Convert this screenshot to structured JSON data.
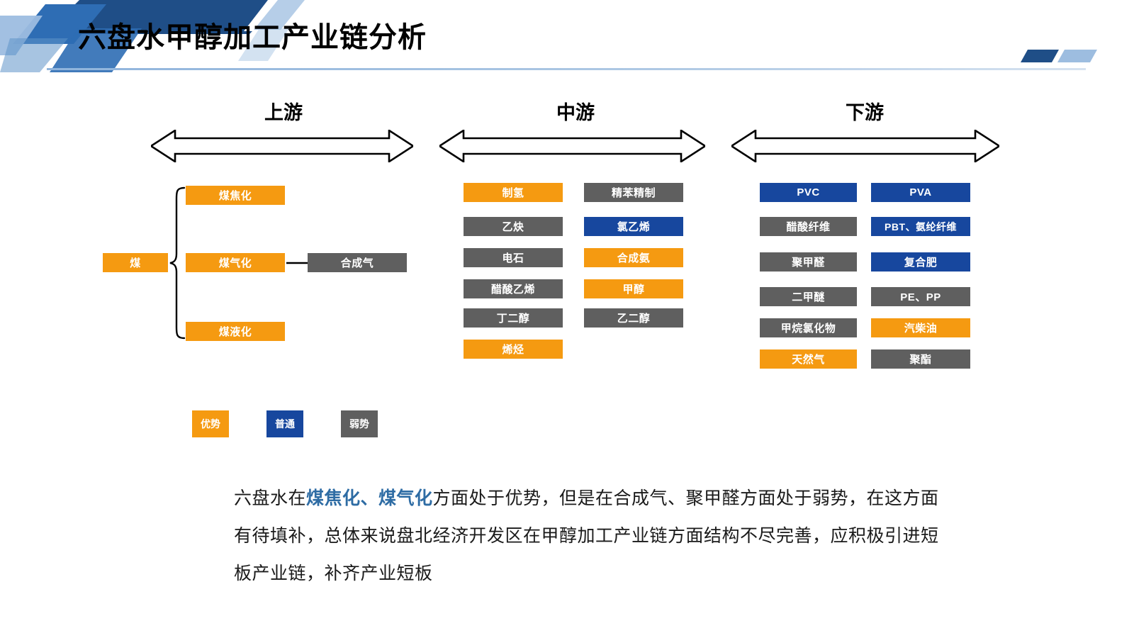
{
  "header": {
    "title": "六盘水甲醇加工产业链分析",
    "deco_dark_blue": "#1F4E87",
    "deco_mid_blue": "#2E6DB4",
    "deco_light_blue": "#9DBDE0",
    "rule_color": "#8FB4DC"
  },
  "palette": {
    "advantage_orange": "#F59A11",
    "normal_blue": "#17479E",
    "weak_gray": "#5F5F5F"
  },
  "segments": [
    {
      "id": "upstream",
      "label": "上游"
    },
    {
      "id": "midstream",
      "label": "中游"
    },
    {
      "id": "downstream",
      "label": "下游"
    }
  ],
  "upstream": {
    "source": {
      "label": "煤",
      "color": "orange"
    },
    "branches": [
      {
        "label": "煤焦化",
        "color": "orange"
      },
      {
        "label": "煤气化",
        "color": "orange"
      },
      {
        "label": "煤液化",
        "color": "orange"
      }
    ],
    "output": {
      "label": "合成气",
      "color": "gray"
    }
  },
  "midstream": {
    "column1": [
      {
        "label": "制氢",
        "color": "orange"
      },
      {
        "label": "乙炔",
        "color": "gray"
      },
      {
        "label": "电石",
        "color": "gray"
      },
      {
        "label": "醋酸乙烯",
        "color": "gray"
      },
      {
        "label": "丁二醇",
        "color": "gray"
      },
      {
        "label": "烯烃",
        "color": "orange"
      }
    ],
    "column2": [
      {
        "label": "精苯精制",
        "color": "gray"
      },
      {
        "label": "氯乙烯",
        "color": "blue"
      },
      {
        "label": "合成氨",
        "color": "orange"
      },
      {
        "label": "甲醇",
        "color": "orange"
      },
      {
        "label": "乙二醇",
        "color": "gray"
      }
    ]
  },
  "downstream": {
    "column1": [
      {
        "label": "PVC",
        "color": "blue"
      },
      {
        "label": "醋酸纤维",
        "color": "gray"
      },
      {
        "label": "聚甲醛",
        "color": "gray"
      },
      {
        "label": "二甲醚",
        "color": "gray"
      },
      {
        "label": "甲烷氯化物",
        "color": "gray"
      },
      {
        "label": "天然气",
        "color": "orange"
      }
    ],
    "column2": [
      {
        "label": "PVA",
        "color": "blue"
      },
      {
        "label": "PBT、氨纶纤维",
        "color": "blue"
      },
      {
        "label": "复合肥",
        "color": "blue"
      },
      {
        "label": "PE、PP",
        "color": "gray"
      },
      {
        "label": "汽柴油",
        "color": "orange"
      },
      {
        "label": "聚酯",
        "color": "gray"
      }
    ]
  },
  "legend": [
    {
      "label": "优势",
      "color": "orange"
    },
    {
      "label": "普通",
      "color": "blue"
    },
    {
      "label": "弱势",
      "color": "gray"
    }
  ],
  "summary": {
    "line1_a": "六盘水在",
    "line1_hl": "煤焦化、煤气化",
    "line1_b": "方面处于优势，但是在合成气、聚甲醛方面",
    "line2": "处于弱势，在这方面有待填补，总体来说盘北经济开发区在甲醇加工",
    "line3": "产业链方面结构不尽完善，应积极引进短板产业链，补齐产业短板"
  }
}
